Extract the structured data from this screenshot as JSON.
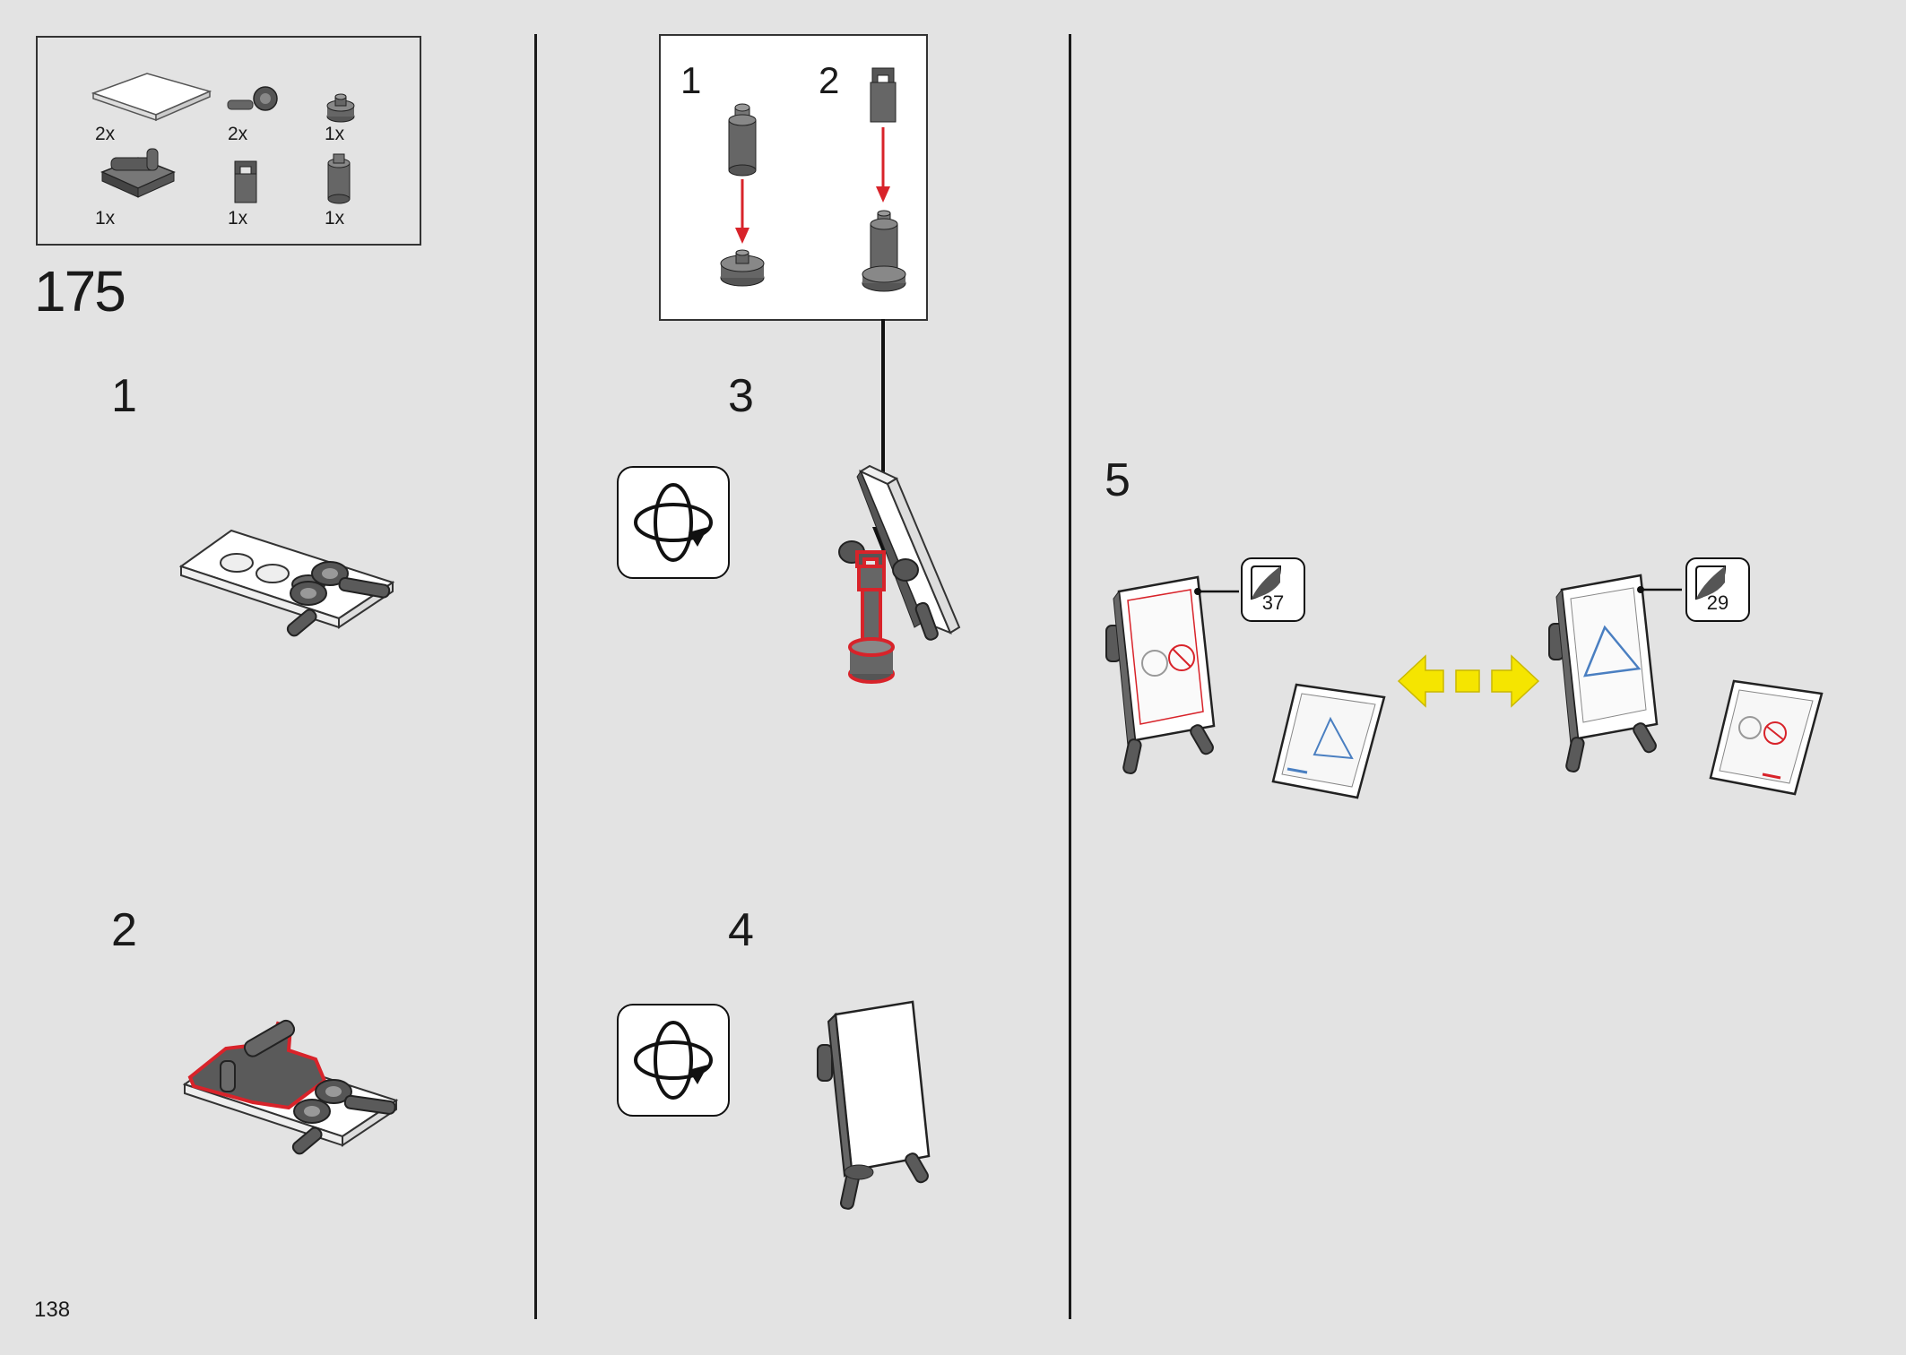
{
  "page": {
    "number": "138"
  },
  "step": {
    "number": "175"
  },
  "parts": [
    {
      "name": "white-tile",
      "qty": "2x"
    },
    {
      "name": "clip-bar",
      "qty": "2x"
    },
    {
      "name": "round-plate",
      "qty": "1x"
    },
    {
      "name": "hinge-bracket",
      "qty": "1x"
    },
    {
      "name": "clip-bracket",
      "qty": "1x"
    },
    {
      "name": "bar-cylinder",
      "qty": "1x"
    }
  ],
  "substeps": {
    "s1": "1",
    "s2": "2",
    "s3": "3",
    "s4": "4",
    "s5": "5"
  },
  "callout": {
    "step1": "1",
    "step2": "2"
  },
  "stickers": {
    "left": "37",
    "right": "29"
  },
  "colors": {
    "highlight": "#d8232a",
    "swap_arrow": "#f5e500",
    "dark_part": "#5a5a5a"
  },
  "icons": {
    "rotate": "rotate-model-icon",
    "swap": "swap-arrows-icon"
  }
}
